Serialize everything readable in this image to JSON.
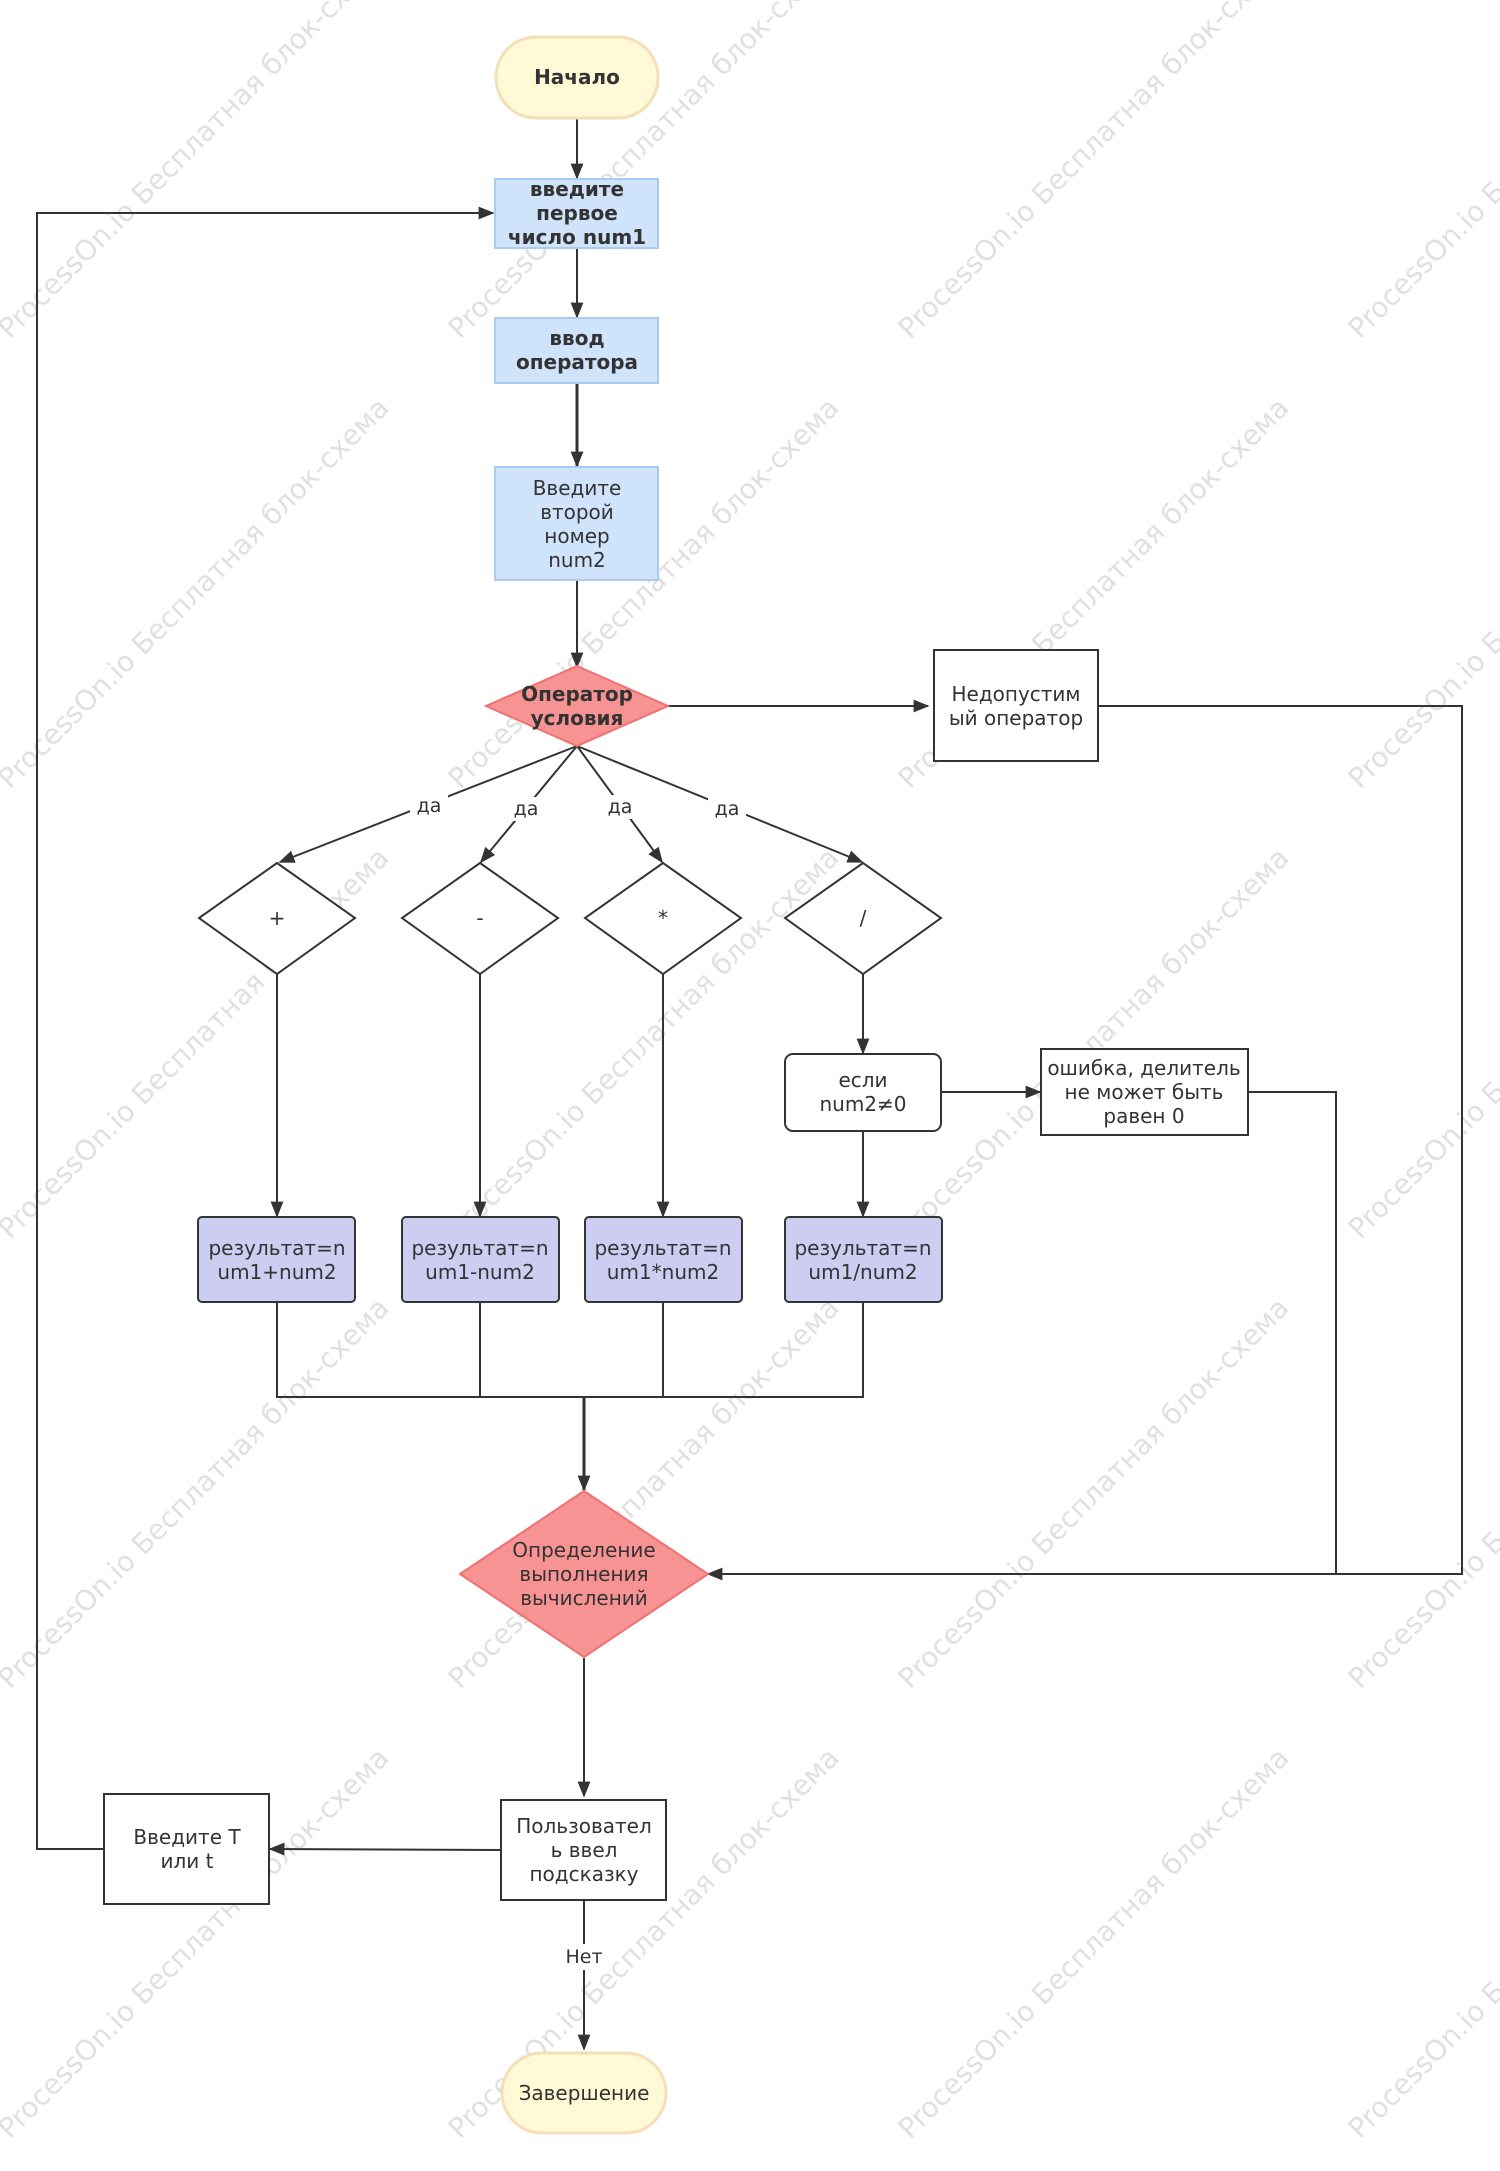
{
  "watermark": "ProcessOn.io Бесплатная блок-схема",
  "colors": {
    "terminal_fill": "#fff9d6",
    "terminal_stroke": "#f4dfb8",
    "input_fill": "#cfe4fb",
    "input_stroke": "#a9cbf0",
    "condition_fill": "#f89393",
    "condition_stroke": "#ee7272",
    "result_fill": "#cccdf1",
    "plain_fill": "#ffffff",
    "line": "#333333"
  },
  "nodes": {
    "start": [
      "Начало"
    ],
    "input_num1": [
      "введите",
      "первое",
      "число num1"
    ],
    "input_operator": [
      "ввод",
      "оператора"
    ],
    "input_num2": [
      "Введите",
      "второй",
      "номер",
      "num2"
    ],
    "operator_condition": [
      "Оператор",
      "условия"
    ],
    "invalid_operator": [
      "Недопустим",
      "ый оператор"
    ],
    "op_plus": [
      "+"
    ],
    "op_minus": [
      "-"
    ],
    "op_mult": [
      "*"
    ],
    "op_div": [
      "/"
    ],
    "check_num2": [
      "если",
      "num2≠0"
    ],
    "div_error": [
      "ошибка, делитель",
      "не может быть",
      "равен 0"
    ],
    "result_plus": [
      "результат=n",
      "um1+num2"
    ],
    "result_minus": [
      "результат=n",
      "um1-num2"
    ],
    "result_mult": [
      "результат=n",
      "um1*num2"
    ],
    "result_div": [
      "результат=n",
      "um1/num2"
    ],
    "calc_check": [
      "Определение",
      "выполнения",
      "вычислений"
    ],
    "user_hint": [
      "Пользовател",
      "ь ввел",
      "подсказку"
    ],
    "enter_t": [
      "Введите T",
      "или t"
    ],
    "end": [
      "Завершение"
    ]
  },
  "edge_labels": {
    "yes_plus": "да",
    "yes_minus": "да",
    "yes_mult": "да",
    "yes_div": "да",
    "no": "Нет"
  }
}
